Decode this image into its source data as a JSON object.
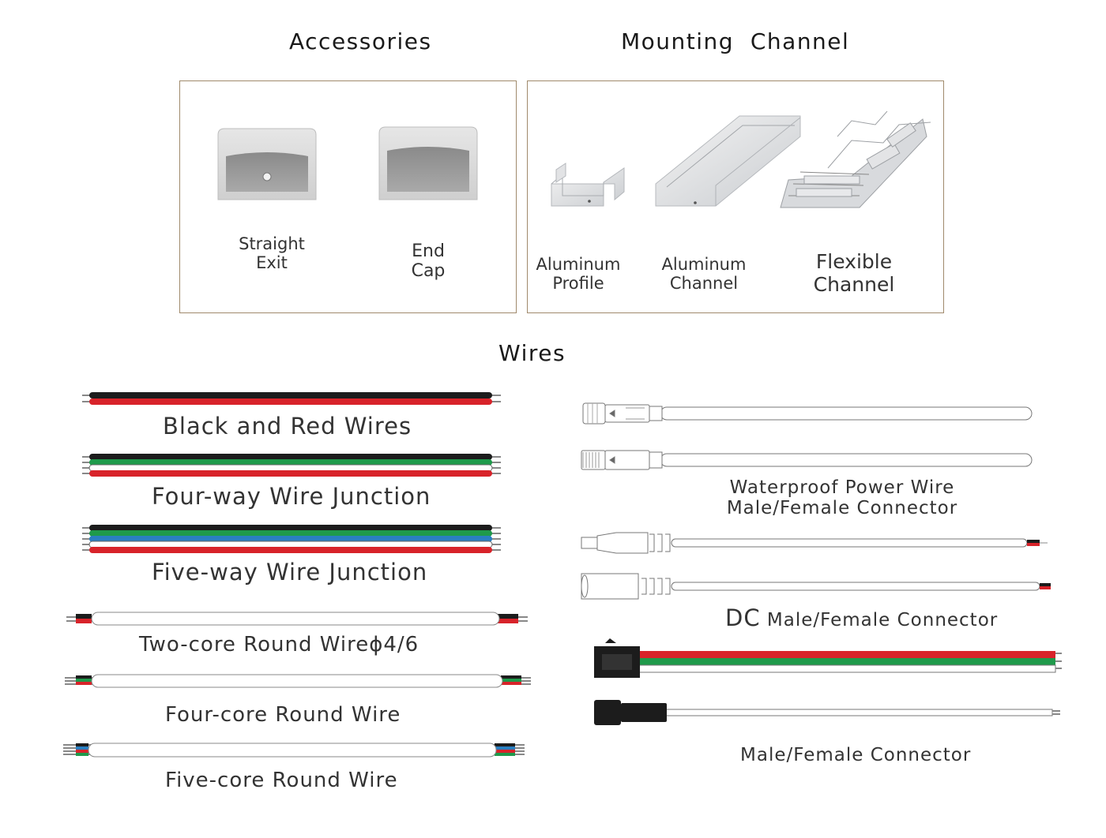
{
  "headings": {
    "accessories": "Accessories",
    "mounting": "Mounting  Channel",
    "wires": "Wires"
  },
  "accessories": {
    "straight_exit": [
      "Straight",
      "Exit"
    ],
    "end_cap": [
      "End",
      "Cap"
    ]
  },
  "mounting": {
    "aluminum_profile": [
      "Aluminum",
      "Profile"
    ],
    "aluminum_channel": [
      "Aluminum",
      "Channel"
    ],
    "flexible_channel": [
      "Flexible",
      "Channel"
    ]
  },
  "wires_left": {
    "black_red": "Black and Red Wires",
    "four_way": "Four-way Wire Junction",
    "five_way": "Five-way Wire Junction",
    "two_core": "Two-core Round Wireϕ4/6",
    "four_core": "Four-core Round Wire",
    "five_core": "Five-core Round Wire"
  },
  "wires_right": {
    "waterproof": [
      "Waterproof Power Wire",
      "Male/Female Connector"
    ],
    "dc_prefix": "DC",
    "dc_rest": " Male/Female Connector",
    "mf": "Male/Female Connector"
  },
  "colors": {
    "border": "#a08a6c",
    "black": "#1c1c1c",
    "red": "#d8232a",
    "green": "#1f9a4b",
    "blue": "#2a7fc1",
    "white": "#ffffff"
  }
}
